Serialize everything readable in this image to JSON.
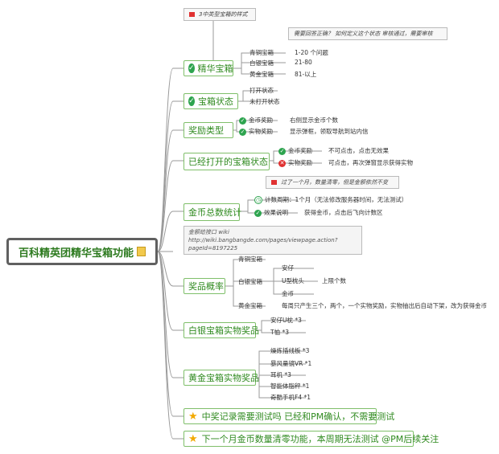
{
  "root": {
    "label": "百科精英团精华宝箱功能"
  },
  "notes": {
    "types": "3中类型宝箱的样式",
    "correct": "需要回答正确？ 如何定义这个状态 审核通过，需要审核",
    "month": "过了一个月，数量清零，但是金额依然不变"
  },
  "callout": {
    "text": "金额给接口 wiki http://wiki.bangbangde.com/pages/viewpage.action?pageId=8197225"
  },
  "jinghua": {
    "label": "精华宝箱",
    "rows": [
      {
        "name": "青铜宝箱",
        "value": "1-20 个问题"
      },
      {
        "name": "白银宝箱",
        "value": "21-80"
      },
      {
        "name": "黄金宝箱",
        "value": "81-以上"
      }
    ]
  },
  "status": {
    "label": "宝箱状态",
    "items": [
      "打开状态",
      "未打开状态"
    ]
  },
  "reward_type": {
    "label": "奖励类型",
    "rows": [
      {
        "name": "金币奖励",
        "desc": "右侧显示金币个数"
      },
      {
        "name": "实物奖励",
        "desc": "显示弹框，领取导航到站内信"
      }
    ]
  },
  "opened": {
    "label": "已经打开的宝箱状态",
    "rows": [
      {
        "name": "金币奖励",
        "desc": "不可点击，点击无效果"
      },
      {
        "name": "实物奖励",
        "desc": "可点击，再次弹窗显示获得实物"
      }
    ]
  },
  "gold_stats": {
    "label": "金币总数统计",
    "rows": [
      {
        "name": "计数周期",
        "desc": "：1个月（无法修改服务器时间，无法测试）"
      },
      {
        "name": "效果说明",
        "desc": "获得金币，点击后飞向计数区"
      }
    ]
  },
  "probability": {
    "label": "奖品概率",
    "bronze": "青铜宝箱",
    "silver": "白银宝箱",
    "silver_items": [
      "安仔",
      "U型枕头",
      "金币"
    ],
    "silver_note": "上限个数",
    "gold": "黄金宝箱",
    "gold_desc": "每周只产生三个，两个，一个实物奖励，实物抽出后自动下架，改为获得金币"
  },
  "silver_prizes": {
    "label": "白银宝箱实物奖品",
    "items": [
      "安仔U枕 *3",
      "T恤 *3"
    ]
  },
  "gold_prizes": {
    "label": "黄金宝箱实物奖品",
    "items": [
      "燥炼插线板 *3",
      "暴风量镜VR *1",
      "耳机 *3",
      "智能体脂秤 *1",
      "奇酷手机F4 *1"
    ]
  },
  "tip1": {
    "label": "中奖记录需要测试吗 已经和PM确认，不需要测试"
  },
  "tip2": {
    "label": "下一个月金币数量清零功能，本周期无法测试 @PM后续关注"
  }
}
